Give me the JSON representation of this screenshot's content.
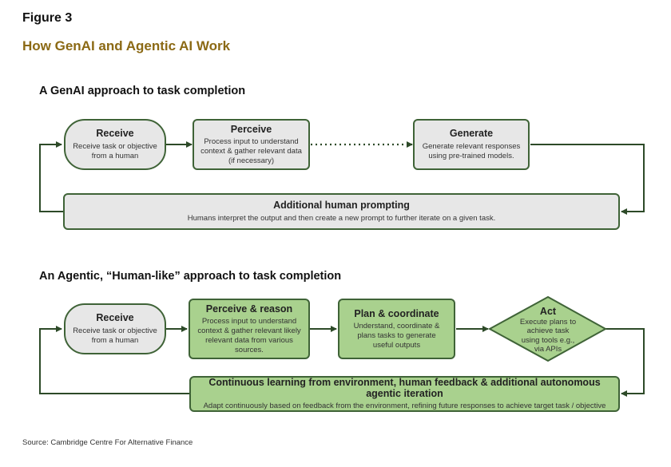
{
  "figure": {
    "label": "Figure 3",
    "title": "How GenAI and Agentic AI Work"
  },
  "colors": {
    "title": "#8b6914",
    "border": "#3f6337",
    "grey_fill": "#e7e7e7",
    "green_fill": "#a9d18e"
  },
  "genai": {
    "title": "A GenAI approach to task completion",
    "receive": {
      "heading": "Receive",
      "text": "Receive task or objective from a human"
    },
    "perceive": {
      "heading": "Perceive",
      "text": "Process input to understand context & gather relevant data (if necessary)"
    },
    "generate": {
      "heading": "Generate",
      "text": "Generate relevant responses using pre-trained models."
    },
    "prompting": {
      "heading": "Additional human prompting",
      "text": "Humans interpret the output and then create a new prompt to further iterate on a given task."
    }
  },
  "agentic": {
    "title": "An Agentic, “Human-like” approach to task completion",
    "receive": {
      "heading": "Receive",
      "text": "Receive task or objective from a human"
    },
    "perceive": {
      "heading": "Perceive & reason",
      "text": "Process input to understand context & gather relevant likely relevant data from various sources."
    },
    "plan": {
      "heading": "Plan & coordinate",
      "text": "Understand, coordinate & plans tasks to generate useful outputs"
    },
    "act": {
      "heading": "Act",
      "text": "Execute plans to achieve task using tools e.g., via APIs"
    },
    "learning": {
      "heading": "Continuous learning from environment, human feedback & additional autonomous agentic iteration",
      "text": "Adapt continuously based on feedback from the environment, refining future responses to achieve target task / objective"
    }
  },
  "source": "Source: Cambridge Centre For Alternative Finance"
}
